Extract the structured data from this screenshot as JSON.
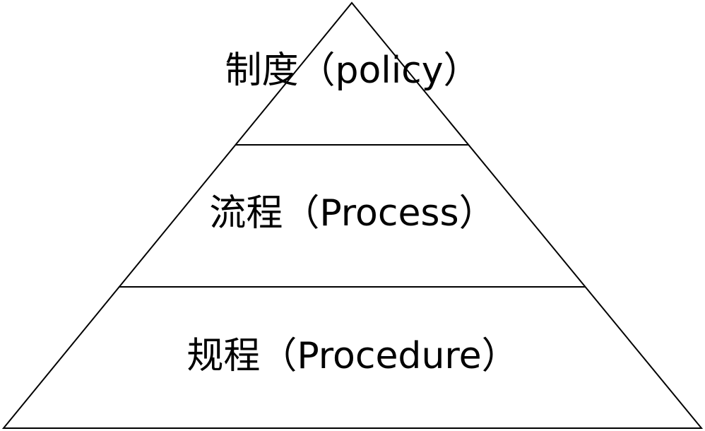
{
  "diagram": {
    "tiers": [
      {
        "label": "制度（policy）"
      },
      {
        "label": "流程（Process）"
      },
      {
        "label": "规程（Procedure）"
      }
    ],
    "colors": {
      "stroke": "#000000",
      "fill": "#ffffff",
      "text": "#000000"
    }
  }
}
